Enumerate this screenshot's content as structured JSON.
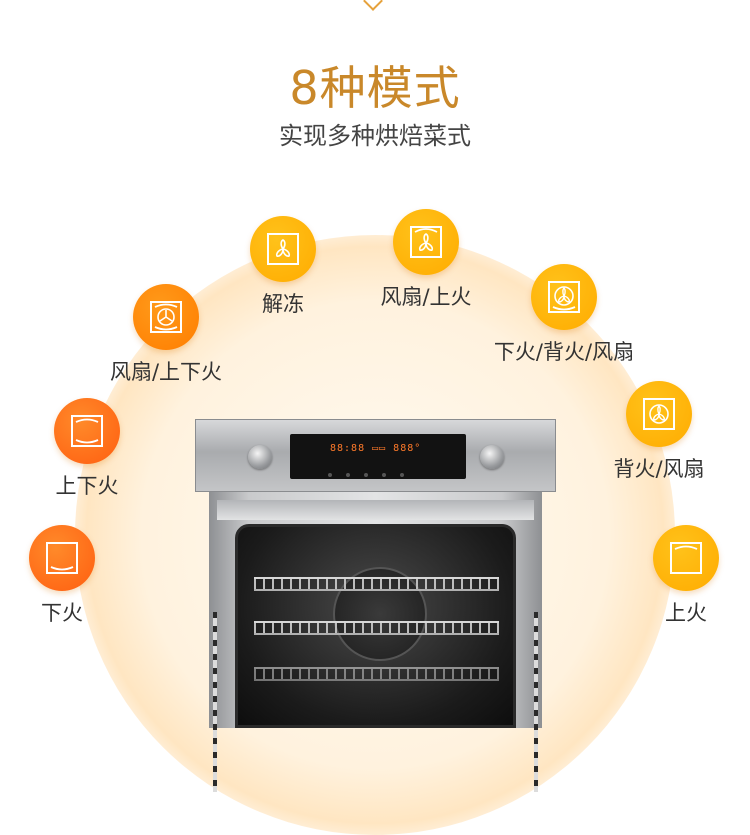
{
  "header": {
    "title": "8种模式",
    "subtitle": "实现多种烘焙菜式"
  },
  "colors": {
    "title": "#c9882a",
    "mode_yellow": "#ffab00",
    "mode_orange": "#ff7d00",
    "mode_deep_orange": "#ff5e10"
  },
  "modes": [
    {
      "label": "解冻",
      "icon": "defrost-fan-icon"
    },
    {
      "label": "风扇/上火",
      "icon": "fan-top-heat-icon"
    },
    {
      "label": "风扇/上下火",
      "icon": "fan-top-bottom-heat-icon"
    },
    {
      "label": "下火/背火/风扇",
      "icon": "bottom-back-heat-fan-icon"
    },
    {
      "label": "上下火",
      "icon": "top-bottom-heat-icon"
    },
    {
      "label": "背火/风扇",
      "icon": "back-heat-fan-icon"
    },
    {
      "label": "下火",
      "icon": "bottom-heat-icon"
    },
    {
      "label": "上火",
      "icon": "top-heat-icon"
    }
  ],
  "oven": {
    "display_readout": "88:88  ▭▭  888°"
  }
}
